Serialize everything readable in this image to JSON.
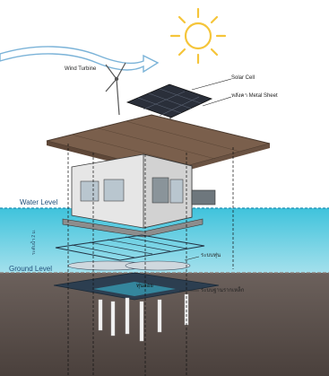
{
  "labels": {
    "wind_turbine": "Wind Turbine",
    "solar_cell": "Solar Cell",
    "metal_sheet": "หลังคา Metal Sheet",
    "water_level": "Water Level",
    "ground_level": "Ground Level",
    "float_system": "ระบบทุ่น",
    "anchor_system": "ระบบฐานรากเหล็ก",
    "pontoon": "ทุ่นลอย",
    "depth_marker": "ระดับน้ำ 2 ม."
  },
  "colors": {
    "sky": "#ffffff",
    "water_top": "#3fc3dc",
    "water_bottom": "#a4e0ec",
    "ground": "#584d49",
    "roof": "#7a5f4c",
    "solar_panel": "#2a2f3a",
    "sun": "#f5c53a",
    "wind_arrow": "#7bb3d8"
  },
  "icons": [
    "sun-icon",
    "wind-arrow-icon",
    "wind-turbine-icon",
    "solar-panel-icon"
  ]
}
